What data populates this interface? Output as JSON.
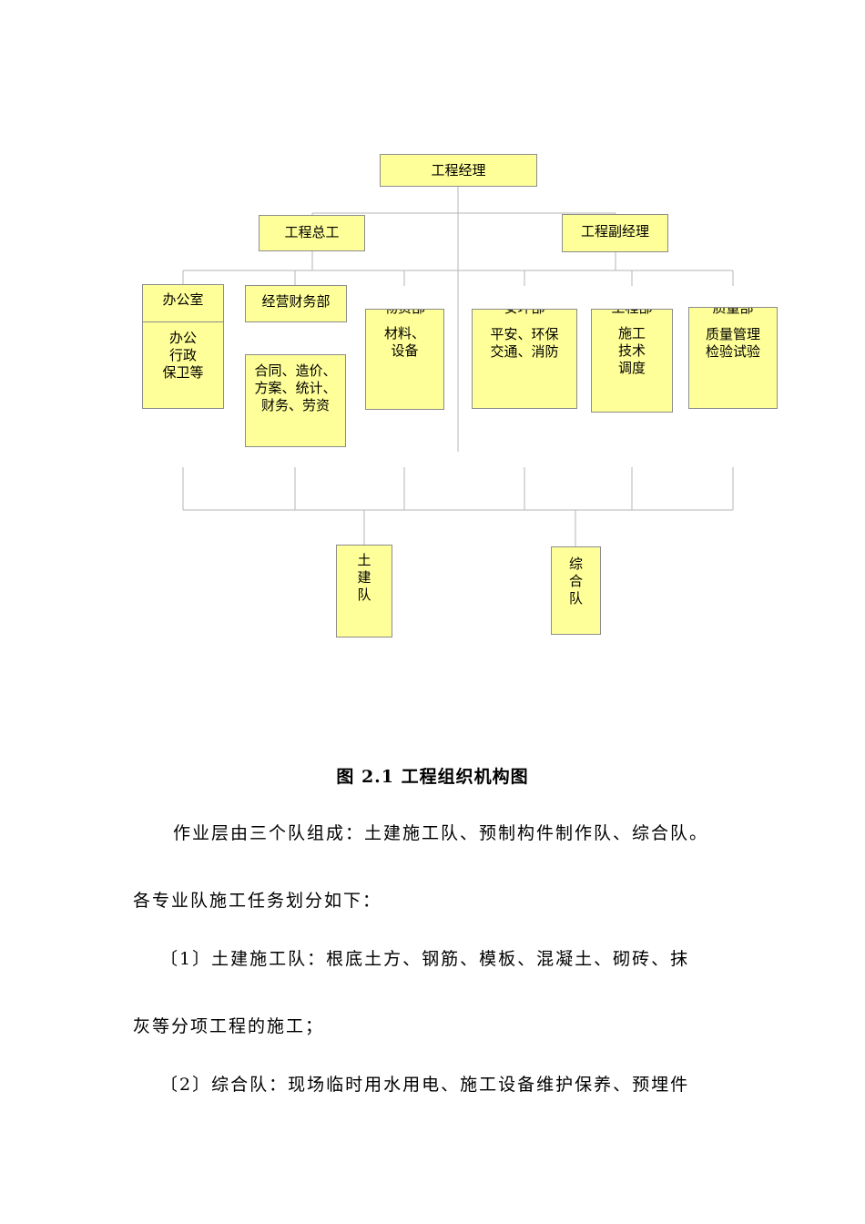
{
  "chart": {
    "root": "工程经理",
    "chief_engineer": "工程总工",
    "deputy_manager": "工程副经理",
    "office": {
      "title": "办公室",
      "duty": "办公\n行政\n保卫等"
    },
    "finance": {
      "title": "经营财务部",
      "duty": "合同、造价、\n方案、统计、\n财务、劳资"
    },
    "materials": {
      "title": "物资部",
      "duty": "材料、\n设备"
    },
    "safety": {
      "title": "安环部",
      "duty": "平安、环保\n交通、消防"
    },
    "engineering": {
      "title": "工程部",
      "duty": "施工\n技术\n调度"
    },
    "quality": {
      "title": "质量部",
      "duty": "质量管理\n检验试验"
    },
    "team_civil": "土\n建\n队",
    "team_general": "综\n合\n队"
  },
  "caption": "图 2.1  工程组织机构图",
  "paragraphs": [
    "作业层由三个队组成：土建施工队、预制构件制作队、综合队。",
    "各专业队施工任务划分如下：",
    "〔1〕土建施工队：根底土方、钢筋、模板、混凝土、砌砖、抹",
    "灰等分项工程的施工；",
    "〔2〕综合队：现场临时用水用电、施工设备维护保养、预埋件"
  ],
  "colors": {
    "box_fill": "#ffff99",
    "box_border": "#8c8c8c",
    "line": "#b5b5b5"
  }
}
